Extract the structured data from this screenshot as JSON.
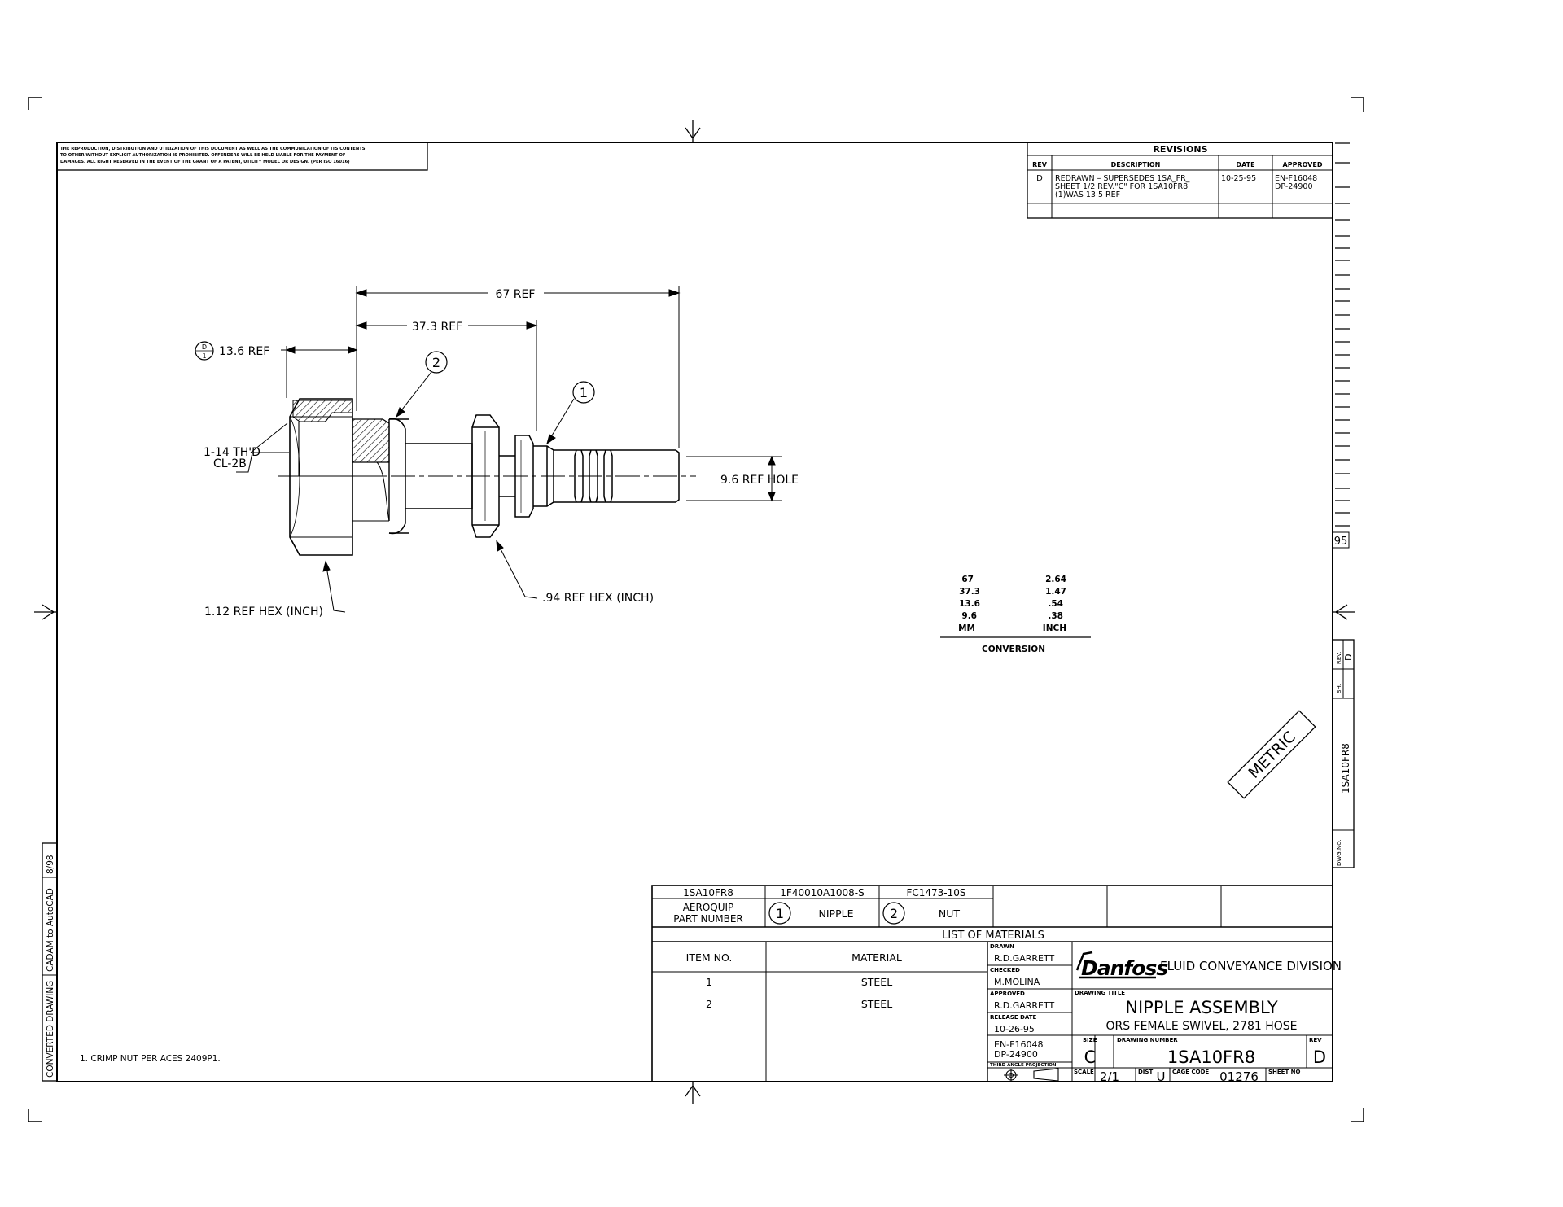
{
  "notice": {
    "line1": "THE REPRODUCTION, DISTRIBUTION AND UTILIZATION OF THIS DOCUMENT AS WELL AS THE COMMUNICATION OF ITS CONTENTS",
    "line2": "TO OTHER WITHOUT EXPLICIT AUTHORIZATION IS PROHIBITED. OFFENDERS WILL BE HELD LIABLE FOR THE PAYMENT OF",
    "line3": "DAMAGES. ALL RIGHT RESERVED IN THE EVENT OF THE GRANT OF A PATENT, UTILITY MODEL OR DESIGN. (PER ISO 16016)"
  },
  "revisions": {
    "title": "REVISIONS",
    "headers": {
      "rev": "REV",
      "description": "DESCRIPTION",
      "date": "DATE",
      "approved": "APPROVED"
    },
    "row": {
      "rev": "D",
      "description": [
        "REDRAWN – SUPERSEDES 1SA_FR_",
        "SHEET 1/2 REV.\"C\" FOR 1SA10FR8",
        "(1)WAS 13.5 REF"
      ],
      "date": "10-25-95",
      "approved": [
        "EN-F16048",
        "DP-24900"
      ]
    }
  },
  "dimensions": {
    "overall": "67 REF",
    "nut_length": "37.3 REF",
    "diameter_note": "13.6 REF",
    "diameter_flag": "D",
    "diameter_flag_num": "1",
    "thread_1": "1-14 TH'D",
    "thread_2": "CL-2B",
    "hole": "9.6 REF HOLE",
    "hex_large": "1.12 REF HEX (INCH)",
    "hex_small": ".94 REF HEX (INCH)",
    "balloon_1": "1",
    "balloon_2": "2"
  },
  "conversion": {
    "rows": [
      {
        "mm": "67",
        "inch": "2.64"
      },
      {
        "mm": "37.3",
        "inch": "1.47"
      },
      {
        "mm": "13.6",
        "inch": ".54"
      },
      {
        "mm": "9.6",
        "inch": ".38"
      }
    ],
    "unit_mm": "MM",
    "unit_inch": "INCH",
    "title": "CONVERSION"
  },
  "metric_stamp": "METRIC",
  "sheet_side": {
    "mark": "95",
    "rev_label": "REV.",
    "rev_value": "D",
    "sh_label": "SH.",
    "dwg_number": "1SA10FR8",
    "dwg_label": "DWG.NO."
  },
  "converted_stamp": {
    "a": "CONVERTED DRAWING",
    "b": "CADAM to AutoCAD",
    "c": "8/98"
  },
  "bill": {
    "part_numbers": [
      "1SA10FR8",
      "1F40010A1008-S",
      "FC1473-10S"
    ],
    "aeroquip_label_1": "AEROQUIP",
    "aeroquip_label_2": "PART NUMBER",
    "item_1_num": "1",
    "item_1_name": "NIPPLE",
    "item_2_num": "2",
    "item_2_name": "NUT",
    "list_title": "LIST OF MATERIALS",
    "header_item": "ITEM NO.",
    "header_material": "MATERIAL",
    "rows": [
      {
        "item": "1",
        "material": "STEEL"
      },
      {
        "item": "2",
        "material": "STEEL"
      }
    ]
  },
  "title_block": {
    "drawn_label": "DRAWN",
    "drawn_by": "R.D.GARRETT",
    "checked_label": "CHECKED",
    "checked_by": "M.MOLINA",
    "approved_label": "APPROVED",
    "approved_by": "R.D.GARRETT",
    "release_label": "RELEASE DATE",
    "release_date": "10-26-95",
    "eco_1": "EN-F16048",
    "eco_2": "DP-24900",
    "projection": "THIRD ANGLE PROJECTION",
    "logo": "Danfoss",
    "division": "FLUID CONVEYANCE DIVISION",
    "drawing_title_label": "DRAWING TITLE",
    "title_main": "NIPPLE ASSEMBLY",
    "title_sub": "ORS FEMALE SWIVEL, 2781 HOSE",
    "size_label": "SIZE",
    "size": "C",
    "dwg_number_label": "DRAWING NUMBER",
    "dwg_number": "1SA10FR8",
    "rev_label": "REV",
    "rev": "D",
    "scale_label": "SCALE",
    "scale": "2/1",
    "dist_label": "DIST",
    "dist": "U",
    "cage_label": "CAGE CODE",
    "cage": "01276",
    "sheet_label": "SHEET NO"
  },
  "note": "1.   CRIMP NUT PER ACES 2409P1."
}
